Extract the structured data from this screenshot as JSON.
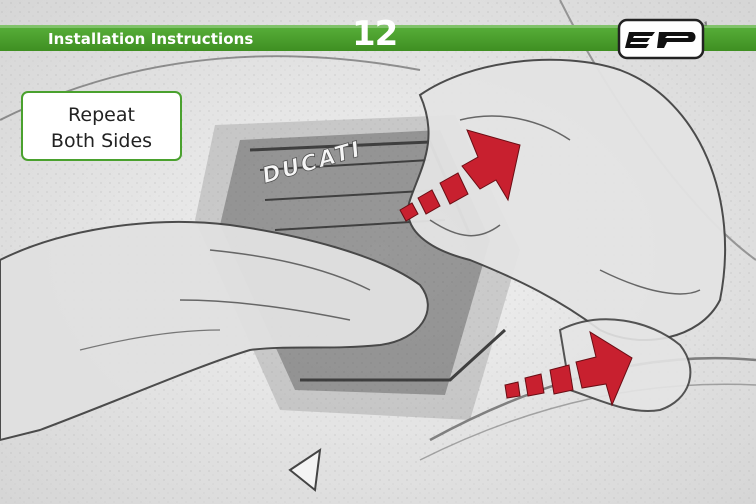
{
  "header": {
    "title": "Installation Instructions",
    "page_number": "12",
    "band_color": "#4aa12e",
    "logo_icon": "ep-logo-icon"
  },
  "callout": {
    "line1": "Repeat",
    "line2": "Both Sides"
  },
  "photo": {
    "brand_text": "DUCATI",
    "arrow_color": "#c8202f",
    "arrows": [
      "upper-right-arrow-icon",
      "lower-right-arrow-icon"
    ]
  }
}
